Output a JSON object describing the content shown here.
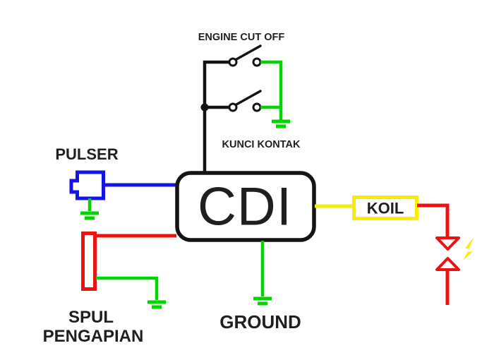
{
  "title": "CDI motorcycle ignition wiring diagram",
  "colors": {
    "black": "#141414",
    "red": "#ee1111",
    "green": "#00d500",
    "blue": "#1414e6",
    "yellow": "#f8ec00",
    "label": "#1f1f1f",
    "bg": "#ffffff"
  },
  "labels": {
    "engine_cut_off": "ENGINE CUT OFF",
    "kunci_kontak": "KUNCI KONTAK",
    "pulser": "PULSER",
    "cdi": "CDI",
    "koil": "KOIL",
    "spul_line1": "SPUL",
    "spul_line2": "PENGAPIAN",
    "ground": "GROUND"
  },
  "diagram": {
    "type": "circuit",
    "components": [
      {
        "id": "engine-cut-off-switch",
        "label": "ENGINE CUT OFF",
        "kind": "toggle-switch",
        "state": "open"
      },
      {
        "id": "kunci-kontak-switch",
        "label": "KUNCI KONTAK",
        "kind": "toggle-switch",
        "state": "open"
      },
      {
        "id": "pulser",
        "label": "PULSER",
        "kind": "pickup-coil"
      },
      {
        "id": "cdi",
        "label": "CDI",
        "kind": "cdi-unit"
      },
      {
        "id": "koil",
        "label": "KOIL",
        "kind": "ignition-coil"
      },
      {
        "id": "spul-pengapian",
        "label": "SPUL PENGAPIAN",
        "kind": "source-coil"
      },
      {
        "id": "ground",
        "label": "GROUND",
        "kind": "ground-node"
      },
      {
        "id": "spark-gap",
        "label": "",
        "kind": "spark-plug-gap"
      }
    ],
    "connections": [
      {
        "from": "engine-cut-off-switch",
        "to": "cdi",
        "wire_color": "black"
      },
      {
        "from": "engine-cut-off-switch",
        "to": "ground",
        "wire_color": "green"
      },
      {
        "from": "kunci-kontak-switch",
        "to": "ground",
        "wire_color": "green"
      },
      {
        "from": "pulser",
        "to": "cdi",
        "wire_color": "blue"
      },
      {
        "from": "pulser",
        "to": "ground",
        "wire_color": "green"
      },
      {
        "from": "spul-pengapian",
        "to": "cdi",
        "wire_color": "red"
      },
      {
        "from": "spul-pengapian",
        "to": "ground",
        "wire_color": "green"
      },
      {
        "from": "cdi",
        "to": "koil",
        "wire_color": "yellow"
      },
      {
        "from": "cdi",
        "to": "ground",
        "wire_color": "green"
      },
      {
        "from": "koil",
        "to": "spark-gap",
        "wire_color": "red"
      }
    ]
  }
}
